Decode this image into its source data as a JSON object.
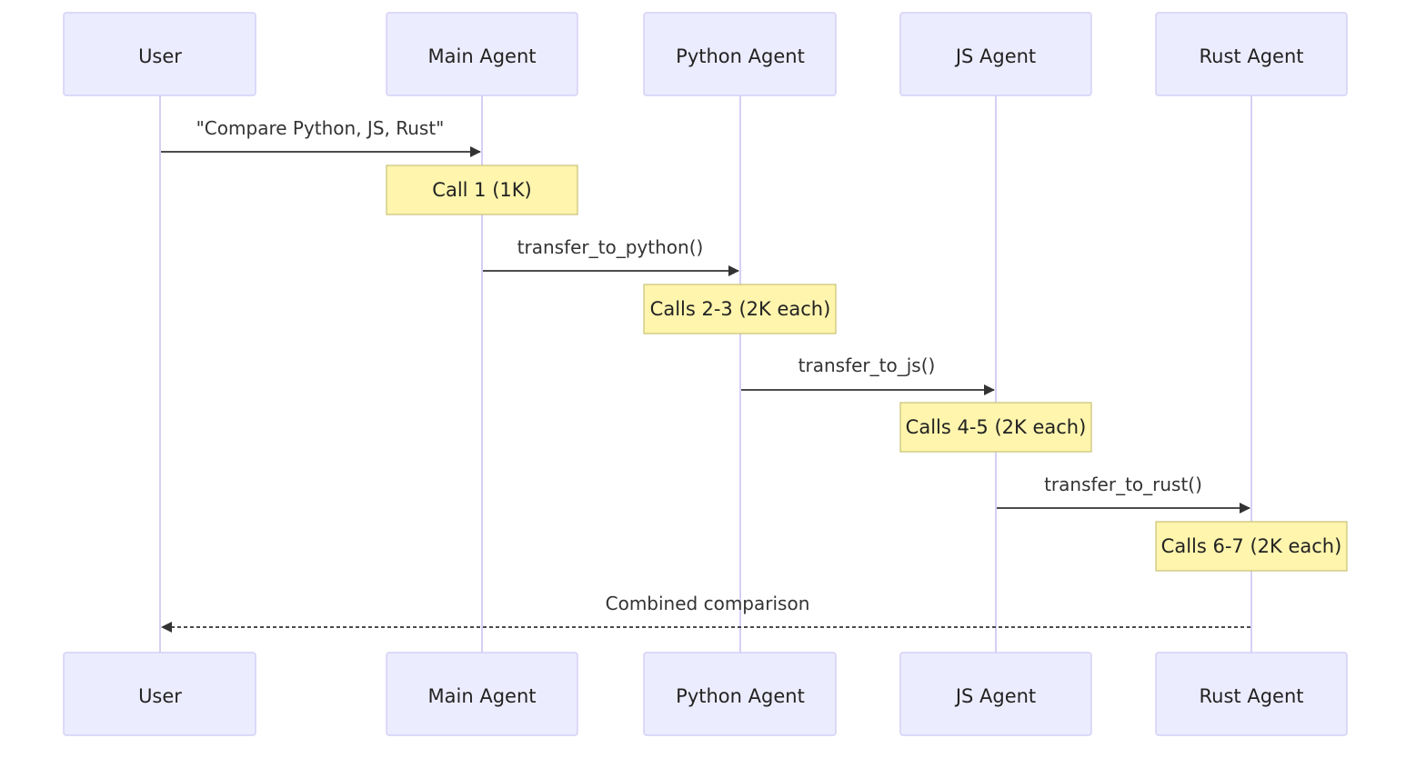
{
  "participants": [
    {
      "id": "user",
      "label": "User"
    },
    {
      "id": "main",
      "label": "Main Agent"
    },
    {
      "id": "python",
      "label": "Python Agent"
    },
    {
      "id": "js",
      "label": "JS Agent"
    },
    {
      "id": "rust",
      "label": "Rust Agent"
    }
  ],
  "messages": [
    {
      "id": "m1",
      "from": "user",
      "to": "main",
      "label": "\"Compare Python, JS, Rust\"",
      "style": "solid"
    },
    {
      "id": "m2",
      "from": "main",
      "to": "python",
      "label": "transfer_to_python()",
      "style": "solid"
    },
    {
      "id": "m3",
      "from": "python",
      "to": "js",
      "label": "transfer_to_js()",
      "style": "solid"
    },
    {
      "id": "m4",
      "from": "js",
      "to": "rust",
      "label": "transfer_to_rust()",
      "style": "solid"
    },
    {
      "id": "m5",
      "from": "rust",
      "to": "user",
      "label": "Combined comparison",
      "style": "dashed"
    }
  ],
  "notes": [
    {
      "id": "n1",
      "over": "main",
      "label": "Call 1 (1K)"
    },
    {
      "id": "n2",
      "over": "python",
      "label": "Calls 2-3 (2K each)"
    },
    {
      "id": "n3",
      "over": "js",
      "label": "Calls 4-5 (2K each)"
    },
    {
      "id": "n4",
      "over": "rust",
      "label": "Calls 6-7 (2K each)"
    }
  ],
  "colors": {
    "actor_fill": "#ECECFF",
    "actor_border": "#D4D0F5",
    "note_fill": "#FFF5AD",
    "note_border": "#C8C276",
    "line": "#333333"
  }
}
